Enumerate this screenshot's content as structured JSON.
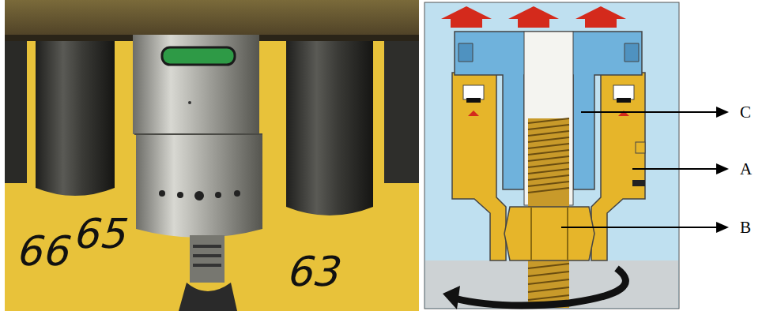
{
  "diagram": {
    "labels": [
      "66",
      "65",
      "63",
      "C",
      "A",
      "B"
    ]
  }
}
